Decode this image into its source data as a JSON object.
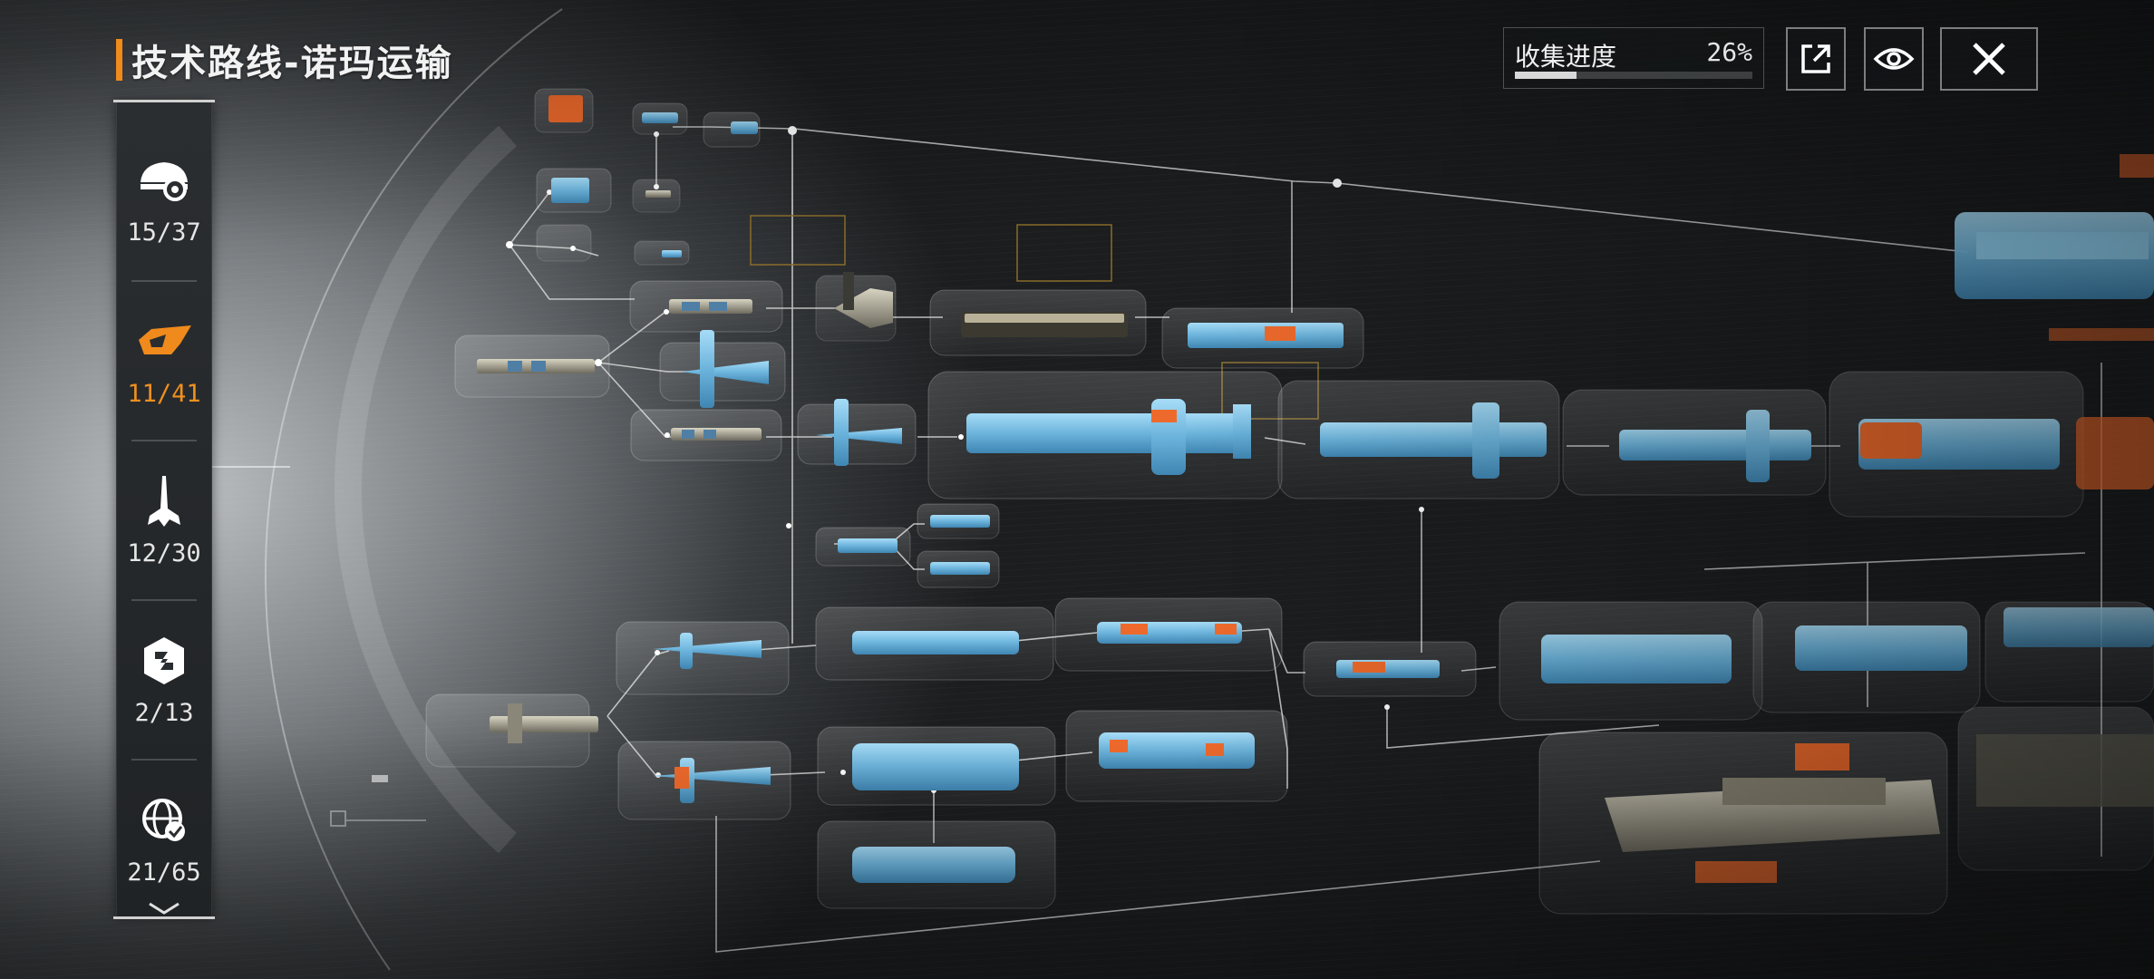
{
  "header": {
    "title": "技术路线-诺玛运输"
  },
  "progress": {
    "label": "收集进度",
    "value_text": "26%",
    "value": 0.26
  },
  "sidebar": {
    "items": [
      {
        "icon": "frigate-gear-icon",
        "count": "15/37",
        "active": false
      },
      {
        "icon": "corvette-wing-icon",
        "count": "11/41",
        "active": true
      },
      {
        "icon": "destroyer-spire-icon",
        "count": "12/30",
        "active": false
      },
      {
        "icon": "cruiser-hex-icon",
        "count": "2/13",
        "active": false
      },
      {
        "icon": "carrier-globe-icon",
        "count": "21/65",
        "active": false
      }
    ]
  },
  "colors": {
    "accent": "#f08a1c",
    "ship_blue": "#6fb6dd",
    "ship_orange": "#ee6a2c",
    "ship_gray": "#a8a392",
    "line": "#d8d8d8"
  }
}
